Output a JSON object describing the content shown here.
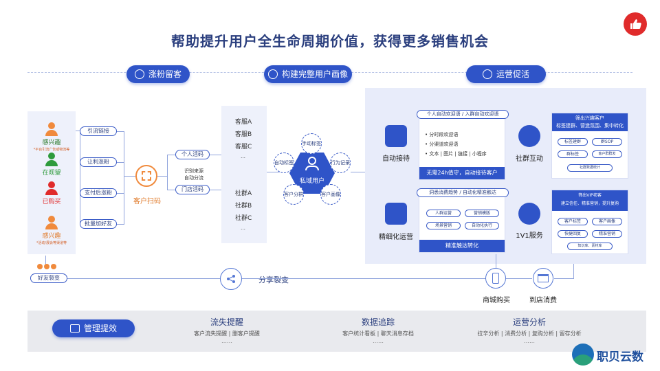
{
  "title": "帮助提升用户全生命周期价值，获得更多销售机会",
  "sections": {
    "fans": "涨粉留客",
    "profile": "构建完整用户画像",
    "ops": "运营促活"
  },
  "personas": [
    {
      "label": "感兴趣",
      "sub": "*平台引流广告或物流等"
    },
    {
      "label": "在观望",
      "sub": ""
    },
    {
      "label": "已购买",
      "sub": ""
    },
    {
      "label": "感兴趣",
      "sub": "*活动/展会等渠道等"
    }
  ],
  "channels": [
    "引流链接",
    "让利涨粉",
    "支付后涨粉",
    "批量加好友"
  ],
  "scan": "客户扫码",
  "code_types": {
    "personal": "个人活码",
    "store": "门店活码"
  },
  "recognition": [
    "识别来源",
    "自动分流"
  ],
  "services": [
    "客服A",
    "客服B",
    "客服C",
    "…",
    "社群A",
    "社群B",
    "社群C",
    "…"
  ],
  "private_user": "私域用户",
  "tags_around": [
    "手动标签",
    "行为记录",
    "客户画像",
    "客户分群",
    "自动标签"
  ],
  "friend_share": "好友裂变",
  "share": "分享裂变",
  "auto_reception": {
    "label": "自动接待",
    "head": "个人自动欢迎语 / 入群自动欢迎语",
    "items": [
      "分时段欢迎语",
      "分渠道欢迎语",
      "文本 | 图片 | 链接 | 小程序"
    ],
    "bar": "无需24h值守，自动接待客户"
  },
  "refined_ops": {
    "label": "精细化运营",
    "head": "洞悉消费趋势 / 自动化精准触达",
    "chips": [
      "人群运营",
      "营销模版",
      "场景营销",
      "自动化执行"
    ],
    "bar": "精准触达转化"
  },
  "community": {
    "label": "社群互动",
    "head": [
      "筛出兴趣客户",
      "标签建群、营造氛围、集中转化"
    ],
    "chips": [
      "标签建群",
      "群SOP",
      "群标签",
      "客户群群发",
      "社群数据统计"
    ]
  },
  "one_on_one": {
    "label": "1V1服务",
    "head": [
      "筛出VIP老客",
      "建立信任、精准营销，提升复购"
    ],
    "chips": [
      "客户标签",
      "客户画像",
      "快捷回复",
      "精准营销",
      "知识库、素材库"
    ]
  },
  "mall": "商城购买",
  "store_visit": "到店消费",
  "management": "管理提效",
  "bottom": [
    {
      "head": "流失提醒",
      "sub": "客户流失提醒 | 删客户提醒",
      "dots": "……"
    },
    {
      "head": "数据追踪",
      "sub": "客户统计看板 | 聊天消息存档",
      "dots": "……"
    },
    {
      "head": "运营分析",
      "sub": "拉辛分析 | 消费分析 | 复购分析 | 留存分析",
      "dots": "……"
    }
  ],
  "brand": "职贝云数",
  "colors": {
    "primary": "#2f54c8",
    "accent_red": "#e02b2b",
    "title": "#2b3f7e"
  }
}
